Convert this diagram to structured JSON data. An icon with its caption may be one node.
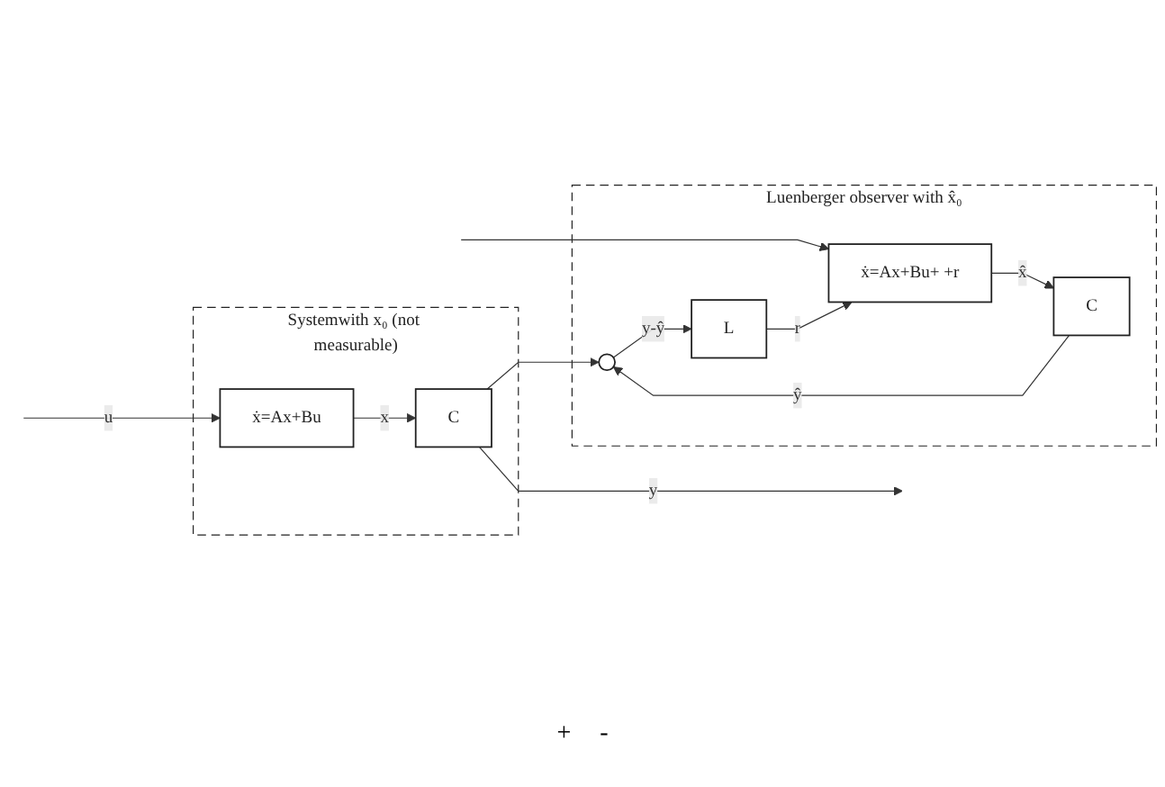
{
  "diagram": {
    "nodes": [
      {
        "text": [
          "Systemwith x₀ (not measurable)"
        ]
      },
      {
        "text": [
          "ẋ=Ax+Bu"
        ],
        "in": 0
      },
      {
        "text": [
          "C"
        ],
        "in": 0
      },
      {
        "text": [
          "Luenberger observer with x̂₀"
        ]
      },
      {
        "text": [
          "ẋ=Ax+Bu+ +r"
        ],
        "in": 3
      },
      {
        "text": [
          "C"
        ],
        "in": 3
      },
      {
        "text": [],
        "shape": "circle",
        "in": 3
      },
      {
        "text": [
          "L"
        ],
        "in": 3
      }
    ],
    "edges": [
      {
        "from": null,
        "to": 1,
        "arrow": "to",
        "label": "u"
      },
      {
        "from": null,
        "to": 4,
        "arrow": "to"
      },
      {
        "from": 1,
        "to": 2,
        "arrow": "to",
        "label": "x"
      },
      {
        "from": 2,
        "to": null,
        "arrow": "to",
        "label": "y"
      },
      {
        "from": 2,
        "to": 6,
        "arrow": "to"
      },
      {
        "from": 4,
        "to": 5,
        "arrow": "to",
        "label": "x̂"
      },
      {
        "from": 5,
        "to": 6,
        "arrow": "to",
        "label": "ŷ"
      },
      {
        "from": 6,
        "to": 7,
        "arrow": "to",
        "label": "y-ŷ"
      },
      {
        "from": 7,
        "to": 4,
        "arrow": "to",
        "label": "r"
      }
    ],
    "labels": [
      "+",
      "-"
    ]
  }
}
